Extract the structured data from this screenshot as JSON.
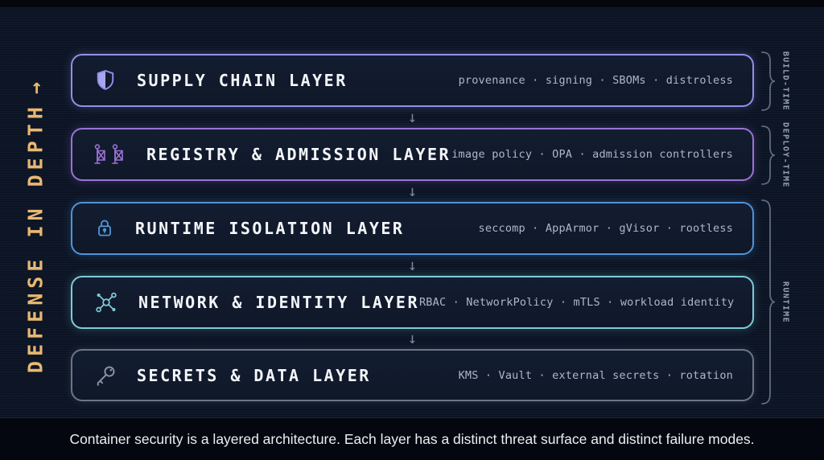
{
  "page": {
    "background": "#0c1424",
    "footer_background": "#050710"
  },
  "side_label": {
    "text": "DEFENSE IN DEPTH",
    "arrow": "→",
    "color": "#e9b872"
  },
  "connector": {
    "glyph": "↓"
  },
  "layers": [
    {
      "icon": "shield-icon",
      "title": "SUPPLY CHAIN LAYER",
      "tags": "provenance · signing · SBOMs · distroless",
      "accent": "#9090e8"
    },
    {
      "icon": "gate-icon",
      "title": "REGISTRY & ADMISSION LAYER",
      "tags": "image policy · OPA · admission controllers",
      "accent": "#9b72d4"
    },
    {
      "icon": "lock-icon",
      "title": "RUNTIME ISOLATION LAYER",
      "tags": "seccomp · AppArmor · gVisor · rootless",
      "accent": "#4f94d8"
    },
    {
      "icon": "network-icon",
      "title": "NETWORK & IDENTITY LAYER",
      "tags": "RBAC · NetworkPolicy · mTLS · workload identity",
      "accent": "#7fcbd8"
    },
    {
      "icon": "key-icon",
      "title": "SECRETS & DATA LAYER",
      "tags": "KMS · Vault · external secrets · rotation",
      "accent": "#6b7689"
    }
  ],
  "phases": [
    {
      "label": "BUILD-TIME",
      "covers": "SUPPLY CHAIN LAYER"
    },
    {
      "label": "DEPLOY-TIME",
      "covers": "REGISTRY & ADMISSION LAYER"
    },
    {
      "label": "RUNTIME",
      "covers": "RUNTIME ISOLATION LAYER, NETWORK & IDENTITY LAYER, SECRETS & DATA LAYER"
    }
  ],
  "footer": {
    "text": "Container security is a layered architecture. Each layer has a distinct threat surface and distinct failure modes."
  }
}
